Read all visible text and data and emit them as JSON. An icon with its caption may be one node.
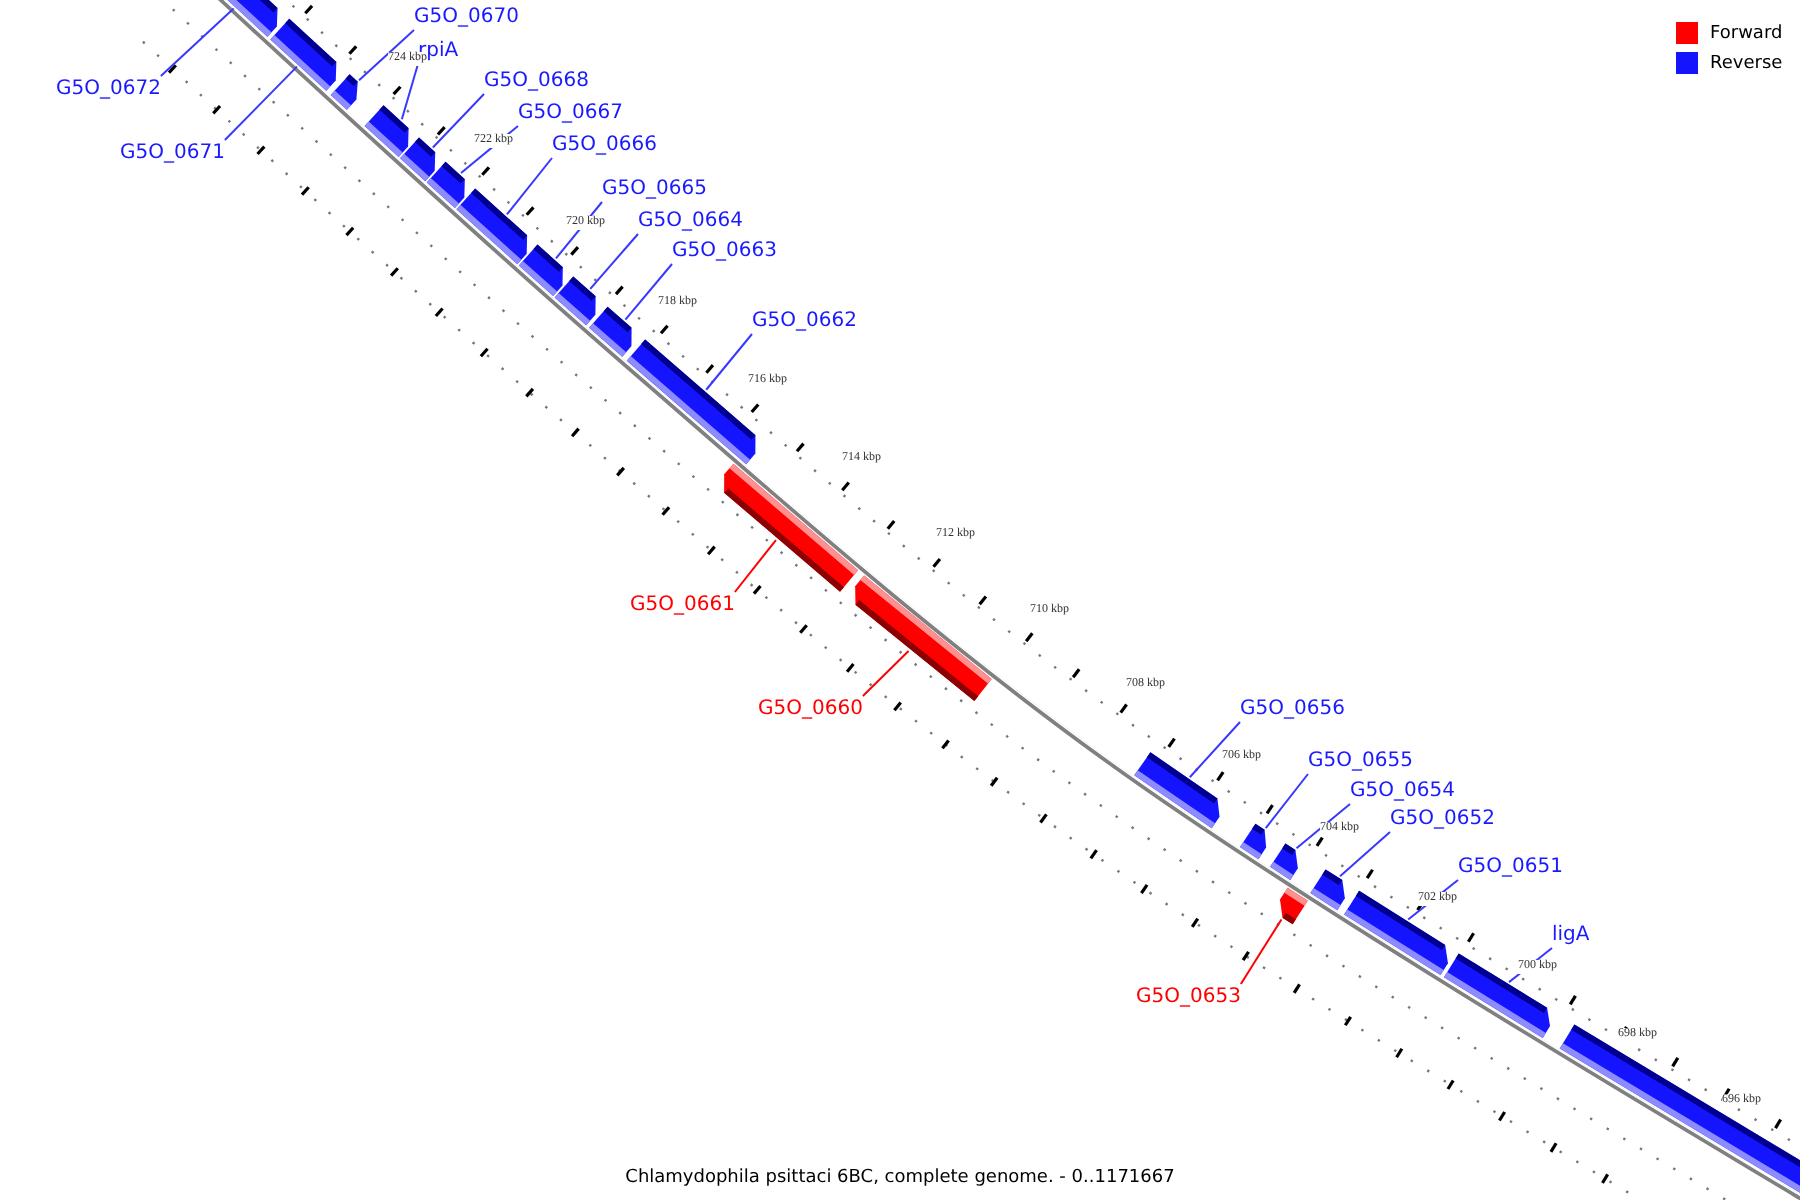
{
  "diagram": {
    "caption": "Chlamydophila psittaci 6BC, complete genome. - 0..1171667",
    "nodes": [
      {
        "text": [
          "G5O_0672"
        ]
      },
      {
        "text": [],
        "shape": "arrow"
      },
      {
        "text": [
          "G5O_0671"
        ]
      },
      {
        "text": [],
        "shape": "arrow"
      },
      {
        "text": [
          "G5O_0670"
        ]
      },
      {
        "text": [],
        "shape": "arrow"
      },
      {
        "text": [
          "rpiA"
        ]
      },
      {
        "text": [],
        "shape": "arrow"
      },
      {
        "text": [
          "G5O_0668"
        ]
      },
      {
        "text": [],
        "shape": "arrow"
      },
      {
        "text": [
          "G5O_0667"
        ]
      },
      {
        "text": [],
        "shape": "arrow"
      },
      {
        "text": [
          "G5O_0666"
        ]
      },
      {
        "text": [],
        "shape": "arrow"
      },
      {
        "text": [
          "G5O_0665"
        ]
      },
      {
        "text": [],
        "shape": "arrow"
      },
      {
        "text": [
          "G5O_0664"
        ]
      },
      {
        "text": [],
        "shape": "arrow"
      },
      {
        "text": [
          "G5O_0663"
        ]
      },
      {
        "text": [],
        "shape": "arrow"
      },
      {
        "text": [
          "G5O_0662"
        ]
      },
      {
        "text": [],
        "shape": "arrow"
      },
      {
        "text": [
          "G5O_0661"
        ]
      },
      {
        "text": [],
        "shape": "arrow"
      },
      {
        "text": [
          "G5O_0660"
        ]
      },
      {
        "text": [],
        "shape": "arrow"
      },
      {
        "text": [
          "G5O_0656"
        ]
      },
      {
        "text": [],
        "shape": "arrow"
      },
      {
        "text": [
          "G5O_0655"
        ]
      },
      {
        "text": [],
        "shape": "arrow"
      },
      {
        "text": [
          "G5O_0654"
        ]
      },
      {
        "text": [],
        "shape": "arrow"
      },
      {
        "text": [
          "G5O_0652"
        ]
      },
      {
        "text": [],
        "shape": "arrow"
      },
      {
        "text": [
          "G5O_0653"
        ]
      },
      {
        "text": [],
        "shape": "arrow"
      },
      {
        "text": [
          "G5O_0651"
        ]
      },
      {
        "text": [],
        "shape": "arrow"
      },
      {
        "text": [
          "ligA"
        ]
      },
      {
        "text": [],
        "shape": "arrow"
      },
      {
        "text": [],
        "shape": "arrow"
      }
    ],
    "edges": [
      {
        "from": 0,
        "to": 1,
        "arrow": "none"
      },
      {
        "from": 2,
        "to": 3,
        "arrow": "none"
      },
      {
        "from": 4,
        "to": 5,
        "arrow": "none"
      },
      {
        "from": 6,
        "to": 7,
        "arrow": "none"
      },
      {
        "from": 8,
        "to": 9,
        "arrow": "none"
      },
      {
        "from": 10,
        "to": 11,
        "arrow": "none"
      },
      {
        "from": 12,
        "to": 13,
        "arrow": "none"
      },
      {
        "from": 14,
        "to": 15,
        "arrow": "none"
      },
      {
        "from": 16,
        "to": 17,
        "arrow": "none"
      },
      {
        "from": 18,
        "to": 19,
        "arrow": "none"
      },
      {
        "from": 20,
        "to": 21,
        "arrow": "none"
      },
      {
        "from": 22,
        "to": 23,
        "arrow": "none",
        "color": "#ff0000"
      },
      {
        "from": 24,
        "to": 25,
        "arrow": "none",
        "color": "#ff0000"
      },
      {
        "from": 26,
        "to": 27,
        "arrow": "none"
      },
      {
        "from": 28,
        "to": 29,
        "arrow": "none"
      },
      {
        "from": 30,
        "to": 31,
        "arrow": "none"
      },
      {
        "from": 32,
        "to": 33,
        "arrow": "none"
      },
      {
        "from": 34,
        "to": 35,
        "arrow": "none",
        "color": "#ff0000"
      },
      {
        "from": 36,
        "to": 37,
        "arrow": "none"
      },
      {
        "from": 38,
        "to": 39,
        "arrow": "none"
      }
    ],
    "labels": [
      "724 kbp",
      "722 kbp",
      "720 kbp",
      "718 kbp",
      "716 kbp",
      "714 kbp",
      "712 kbp",
      "710 kbp",
      "708 kbp",
      "706 kbp",
      "704 kbp",
      "702 kbp",
      "700 kbp",
      "698 kbp",
      "696 kbp"
    ],
    "legend": [
      {
        "text": "Forward",
        "color": "#ff0000"
      },
      {
        "text": "Reverse",
        "color": "#1414ff"
      }
    ]
  }
}
